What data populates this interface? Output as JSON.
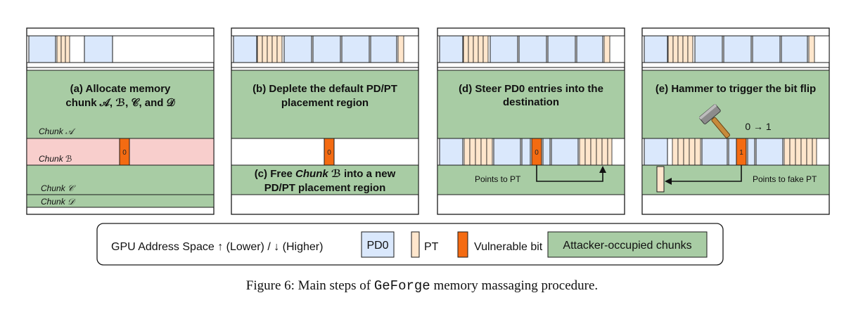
{
  "colors": {
    "pd0": "#dae8fc",
    "pt": "#ffe6cc",
    "vulnerable": "#f46b12",
    "attacker": "#a8cca4",
    "chunk_b": "#f8cecc",
    "stroke": "#1a1a1a"
  },
  "panels": [
    {
      "id": "a",
      "title_line1": "(a) Allocate memory",
      "title_line2": "chunk 𝒜, ℬ, 𝒞, and 𝒟",
      "chunk_a_label": "Chunk 𝒜",
      "chunk_b_label": "Chunk ℬ",
      "chunk_c_label": "Chunk 𝒞",
      "chunk_d_label": "Chunk 𝒟",
      "bit_value": "0"
    },
    {
      "id": "b",
      "title_line1": "(b) Deplete the default PD/PT",
      "title_line2": "placement region",
      "bit_value": "0",
      "sub_line1": "(c) Free Chunk ℬ into a new",
      "sub_line1_prefix": "(c) Free ",
      "sub_line1_italic": "Chunk ℬ",
      "sub_line1_suffix": " into a new",
      "sub_line2": "PD/PT placement region"
    },
    {
      "id": "d",
      "title_line1": "(d) Steer PD0 entries into the",
      "title_line2": "destination",
      "bit_value": "0",
      "pointer_label": "Points to PT"
    },
    {
      "id": "e",
      "title_line1": "(e) Hammer to trigger the bit flip",
      "flip_label": "0 → 1",
      "bit_value": "1",
      "pointer_label": "Points to fake PT",
      "icon": "hammer-icon"
    }
  ],
  "legend": {
    "address_space": "GPU Address Space ↑ (Lower) / ↓ (Higher)",
    "pd0": "PD0",
    "pt": "PT",
    "vulnerable": "Vulnerable bit",
    "attacker": "Attacker-occupied chunks"
  },
  "caption": {
    "prefix": "Figure 6: Main steps of ",
    "name": "GeForge",
    "suffix": " memory massaging procedure."
  }
}
